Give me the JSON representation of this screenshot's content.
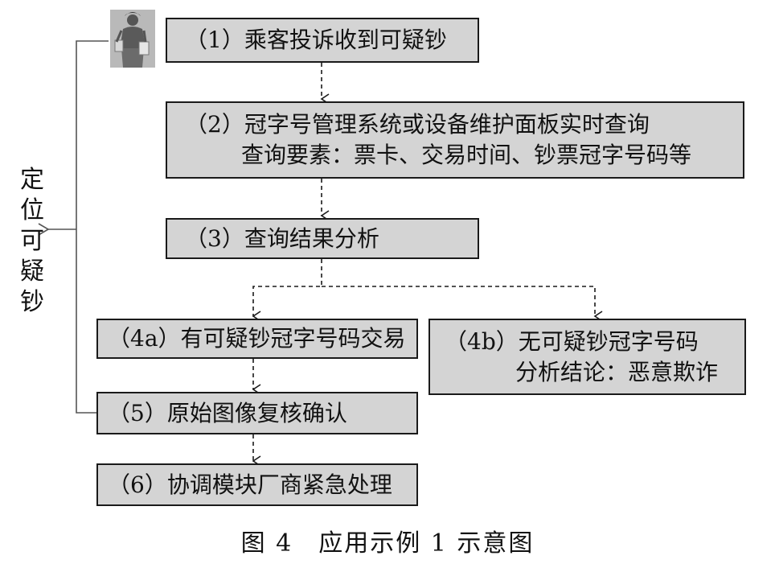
{
  "steps": {
    "s1": {
      "text": "（1）乘客投诉收到可疑钞"
    },
    "s2": {
      "line1": "（2）冠字号管理系统或设备维护面板实时查询",
      "line2": "查询要素：票卡、交易时间、钞票冠字号码等"
    },
    "s3": {
      "text": "（3）查询结果分析"
    },
    "s4a": {
      "text": "（4a）有可疑钞冠字号码交易"
    },
    "s4b": {
      "line1": "（4b）无可疑钞冠字号码",
      "line2": "分析结论：恶意欺诈"
    },
    "s5": {
      "text": "（5）原始图像复核确认"
    },
    "s6": {
      "text": "（6）协调模块厂商紧急处理"
    }
  },
  "side_label": [
    "定",
    "位",
    "可",
    "疑",
    "钞"
  ],
  "caption": "图 4　应用示例 1 示意图",
  "icons": {
    "passenger": "passenger-icon"
  }
}
